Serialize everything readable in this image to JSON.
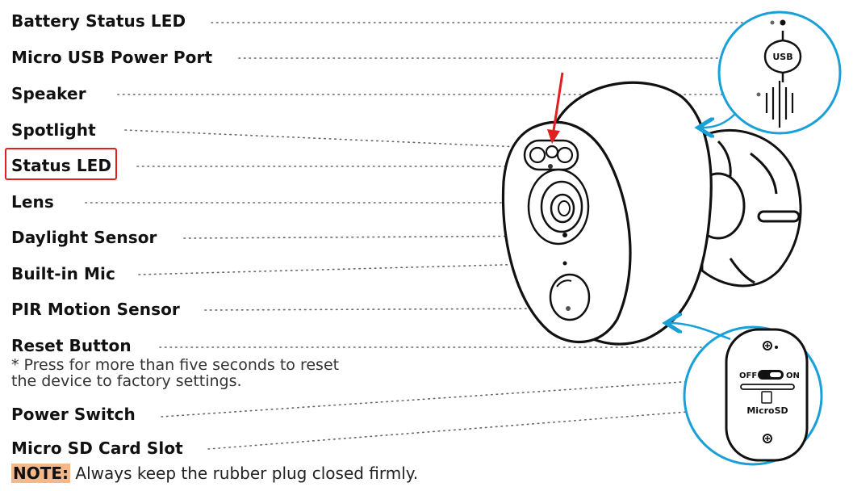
{
  "labels": [
    "Battery Status LED",
    "Micro USB Power Port",
    "Speaker",
    "Spotlight",
    "Status LED",
    "Lens",
    "Daylight Sensor",
    "Built-in Mic",
    "PIR Motion Sensor",
    "Reset Button",
    "Power Switch",
    "Micro SD Card Slot"
  ],
  "reset_note": {
    "line1": "* Press for more than five seconds to reset",
    "line2": "the device to factory settings."
  },
  "note": {
    "tag": "NOTE:",
    "text": " Always keep the rubber plug closed firmly."
  },
  "top_circle": {
    "usb_label": "USB"
  },
  "bottom_circle": {
    "off_label": "OFF",
    "on_label": "ON",
    "microsd_label": "MicroSD"
  },
  "colors": {
    "highlight_box": "#e02020",
    "arrow": "#e02020",
    "callout_blue": "#1aa0d8",
    "note_bg": "#f5b88a"
  }
}
